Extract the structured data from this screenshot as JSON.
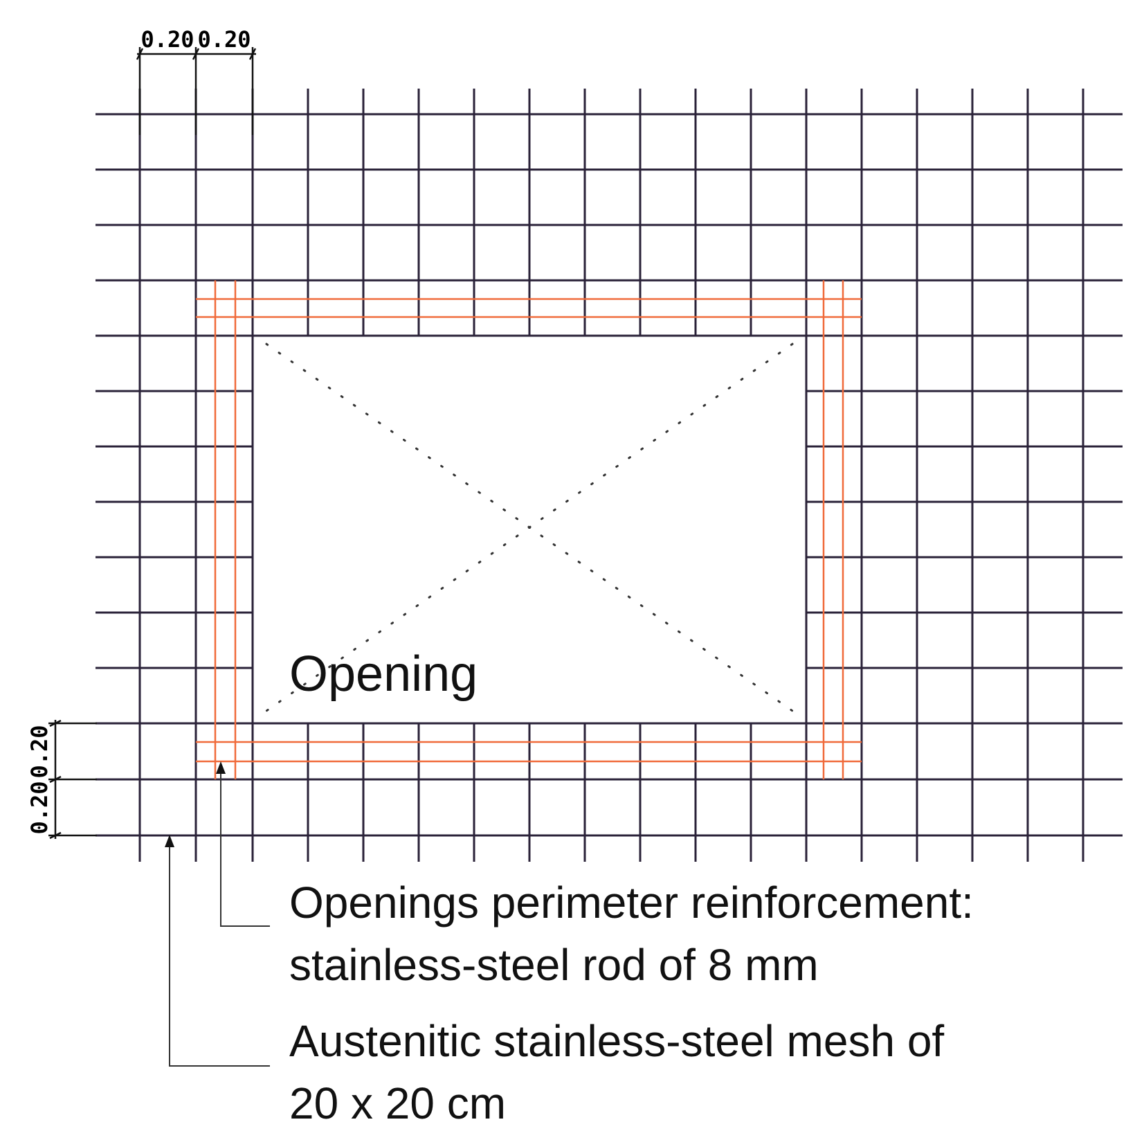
{
  "opening_label": "Opening",
  "perimeter_label": {
    "line1": "Openings perimeter reinforcement:",
    "line2": "stainless-steel rod of 8 mm"
  },
  "mesh_label": {
    "line1": "Austenitic stainless-steel mesh of",
    "line2": "20 x 20 cm"
  },
  "dimensions": {
    "top_left": "0.20",
    "top_right": "0.20",
    "left_upper": "0.20",
    "left_lower": "0.20"
  },
  "colors": {
    "mesh": "#2a2238",
    "reinforcement": "#f06a3a",
    "leader": "#333333"
  }
}
